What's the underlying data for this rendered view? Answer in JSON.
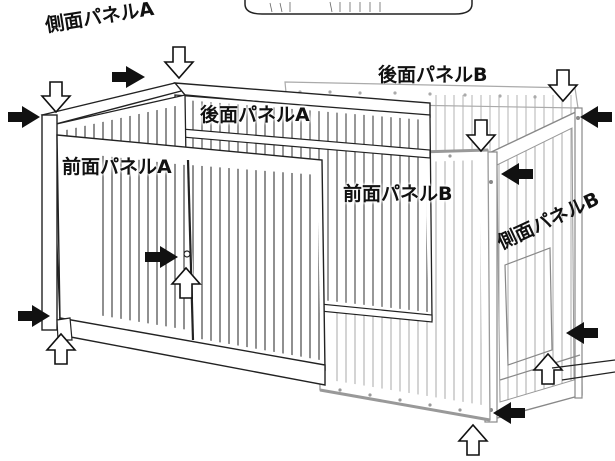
{
  "labels": {
    "side_panel_a": "側面パネルA",
    "back_panel_b": "後面パネルB",
    "back_panel_a": "後面パネルA",
    "front_panel_a": "前面パネルA",
    "front_panel_b": "前面パネルB",
    "side_panel_b": "側面パネルB"
  },
  "colors": {
    "line": "#222222",
    "faded_line": "#9a9a9a",
    "arrow_fill": "#111111",
    "background": "#ffffff"
  },
  "icons": {
    "solid_arrow": "arrow-right-filled-icon",
    "outline_arrow": "arrow-outline-icon"
  }
}
